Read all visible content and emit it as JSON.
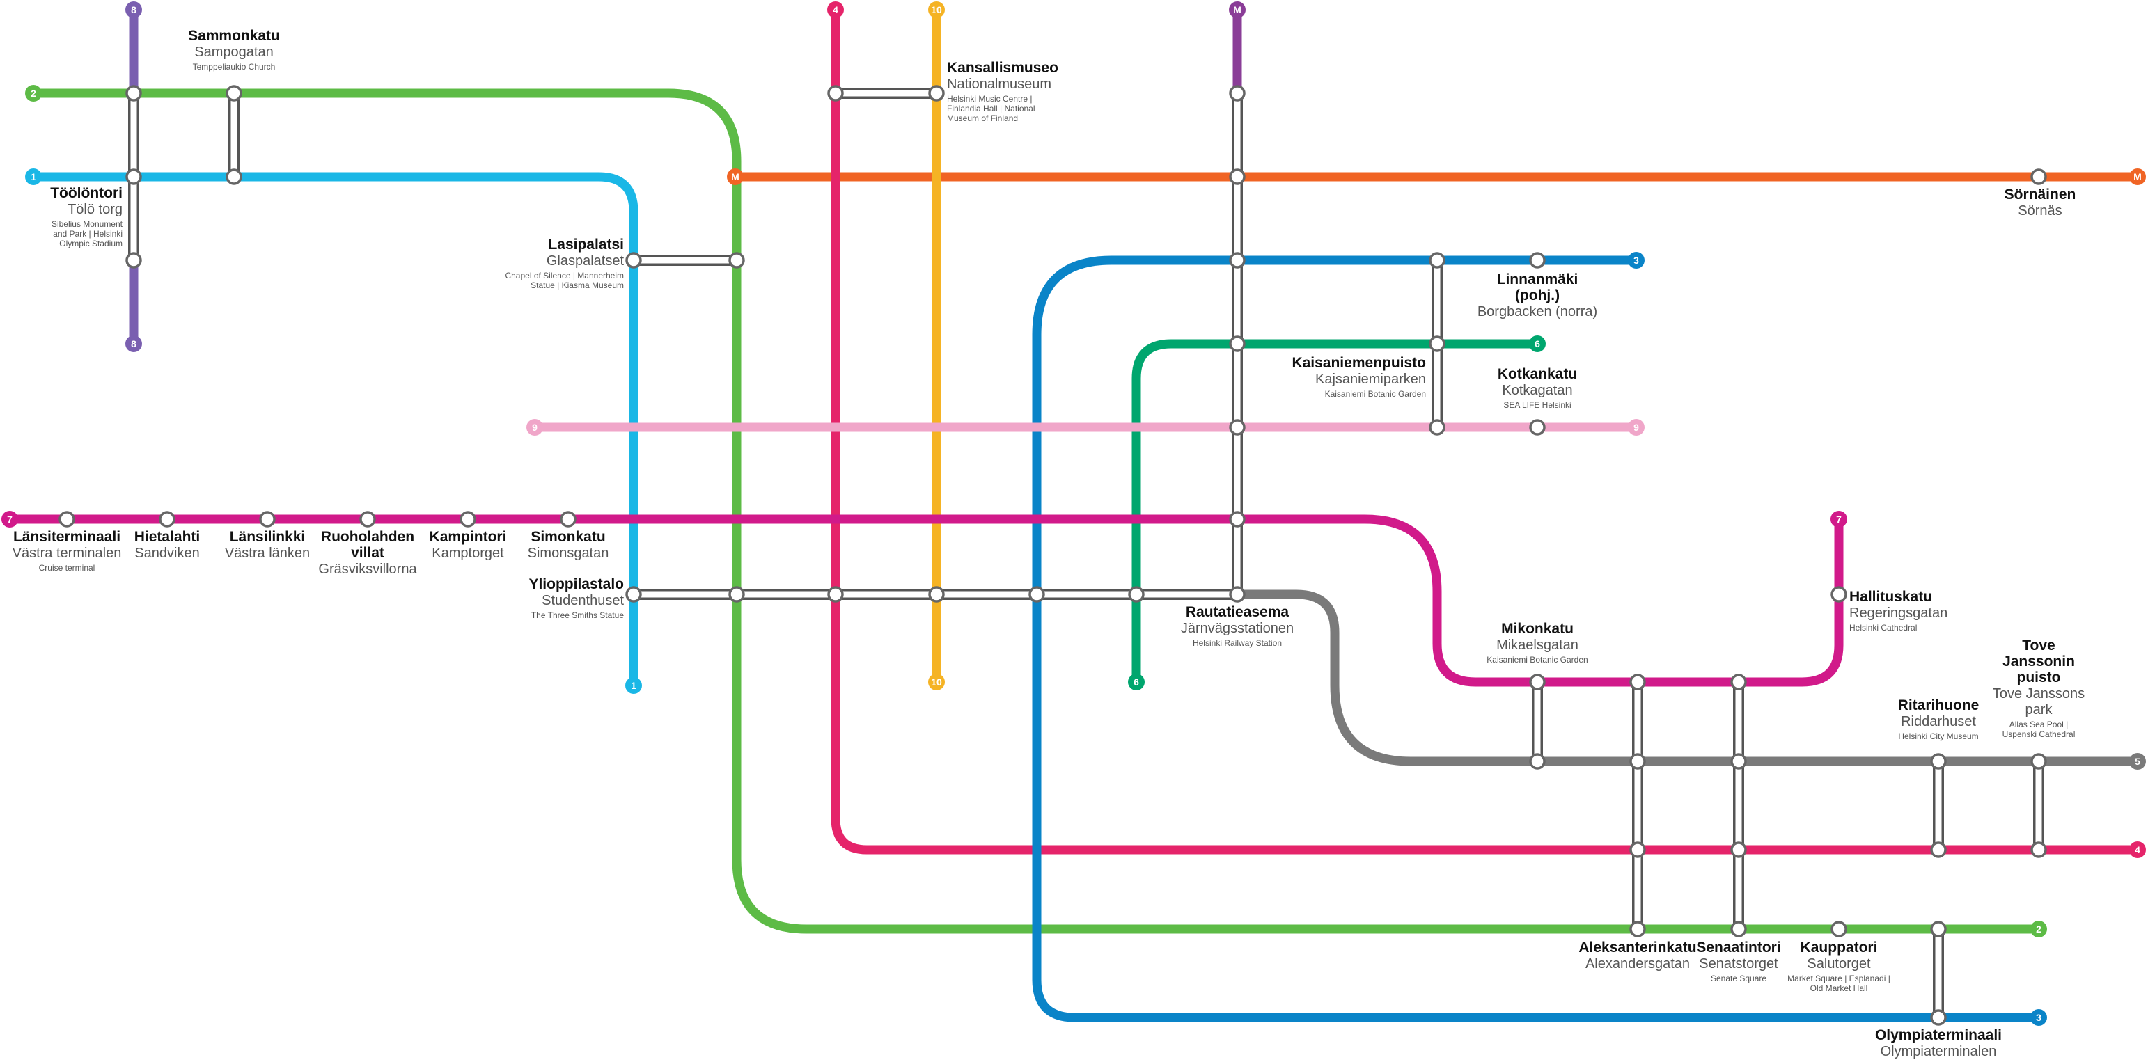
{
  "colors": {
    "line_1": "#1ab7e6",
    "line_2": "#5dbb46",
    "line_3": "#0a84c8",
    "line_4": "#e5246a",
    "line_5": "#7a7a7a",
    "line_6": "#00a66e",
    "line_7": "#d11a8a",
    "line_8": "#7a5fb0",
    "line_9": "#f0a6c9",
    "line_10": "#f5b324",
    "line_M": "#8a3d97",
    "line_M_east": "#f06424"
  },
  "lines": [
    {
      "id": "1",
      "badge": "1"
    },
    {
      "id": "2",
      "badge": "2"
    },
    {
      "id": "3",
      "badge": "3"
    },
    {
      "id": "4",
      "badge": "4"
    },
    {
      "id": "5",
      "badge": "5"
    },
    {
      "id": "6",
      "badge": "6"
    },
    {
      "id": "7",
      "badge": "7"
    },
    {
      "id": "8",
      "badge": "8"
    },
    {
      "id": "9",
      "badge": "9"
    },
    {
      "id": "10",
      "badge": "10"
    },
    {
      "id": "M",
      "badge": "M"
    },
    {
      "id": "M_east",
      "badge": "M"
    }
  ],
  "stations": {
    "sammonkatu": {
      "name": "Sammonkatu",
      "alt": "Sampogatan",
      "note": [
        "Temppeliaukio Church"
      ]
    },
    "toolontori": {
      "name": "Töölöntori",
      "alt": "Tölö torg",
      "note": [
        "Sibelius Monument",
        "and Park | Helsinki",
        "Olympic Stadium"
      ]
    },
    "kansallismuseo": {
      "name": "Kansallismuseo",
      "alt": "Nationalmuseum",
      "note": [
        "Helsinki Music Centre |",
        "Finlandia Hall | National",
        "Museum of Finland"
      ]
    },
    "sornainen": {
      "name": "Sörnäinen",
      "alt": "Sörnäs",
      "note": []
    },
    "lasipalatsi": {
      "name": "Lasipalatsi",
      "alt": "Glaspalatset",
      "note": [
        "Chapel of Silence | Mannerheim",
        "Statue | Kiasma Museum"
      ]
    },
    "linnanmaki": {
      "name": [
        "Linnanmäki",
        "(pohj.)"
      ],
      "alt": "Borgbacken (norra)",
      "note": []
    },
    "kaisaniemenpuisto": {
      "name": "Kaisaniemenpuisto",
      "alt": "Kajsaniemiparken",
      "note": [
        "Kaisaniemi Botanic Garden"
      ]
    },
    "kotkankatu": {
      "name": "Kotkankatu",
      "alt": "Kotkagatan",
      "note": [
        "SEA LIFE Helsinki"
      ]
    },
    "lansiterminaali": {
      "name": "Länsiterminaali",
      "alt": "Västra terminalen",
      "note": [
        "Cruise terminal"
      ]
    },
    "hietalahti": {
      "name": "Hietalahti",
      "alt": "Sandviken",
      "note": []
    },
    "lansilinkki": {
      "name": "Länsilinkki",
      "alt": "Västra länken",
      "note": []
    },
    "ruoholahden_villat": {
      "name": [
        "Ruoholahden",
        "villat"
      ],
      "alt": "Gräsviksvillorna",
      "note": []
    },
    "kampintori": {
      "name": "Kampintori",
      "alt": "Kamptorget",
      "note": []
    },
    "simonkatu": {
      "name": "Simonkatu",
      "alt": "Simonsgatan",
      "note": []
    },
    "ylioppilastalo": {
      "name": "Ylioppilastalo",
      "alt": "Studenthuset",
      "note": [
        "The Three Smiths Statue"
      ]
    },
    "rautatieasema": {
      "name": "Rautatieasema",
      "alt": "Järnvägsstationen",
      "note": [
        "Helsinki Railway Station"
      ]
    },
    "mikonkatu": {
      "name": "Mikonkatu",
      "alt": "Mikaelsgatan",
      "note": [
        "Kaisaniemi Botanic Garden"
      ]
    },
    "hallituskatu": {
      "name": "Hallituskatu",
      "alt": "Regeringsgatan",
      "note": [
        "Helsinki Cathedral"
      ]
    },
    "tove_jansson": {
      "name": [
        "Tove",
        "Janssonin",
        "puisto"
      ],
      "alt": [
        "Tove Janssons",
        "park"
      ],
      "note": [
        "Allas Sea Pool |",
        "Uspenski Cathedral"
      ]
    },
    "ritarihuone": {
      "name": "Ritarihuone",
      "alt": "Riddarhuset",
      "note": [
        "Helsinki City Museum"
      ]
    },
    "aleksanterinkatu": {
      "name": "Aleksanterinkatu",
      "alt": "Alexandersgatan",
      "note": []
    },
    "senaatintori": {
      "name": "Senaatintori",
      "alt": "Senatstorget",
      "note": [
        "Senate Square"
      ]
    },
    "kauppatori": {
      "name": "Kauppatori",
      "alt": "Salutorget",
      "note": [
        "Market Square | Esplanadi |",
        "Old Market Hall"
      ]
    },
    "olympiaterminaali": {
      "name": "Olympiaterminaali",
      "alt": "Olympiaterminalen",
      "note": []
    }
  }
}
